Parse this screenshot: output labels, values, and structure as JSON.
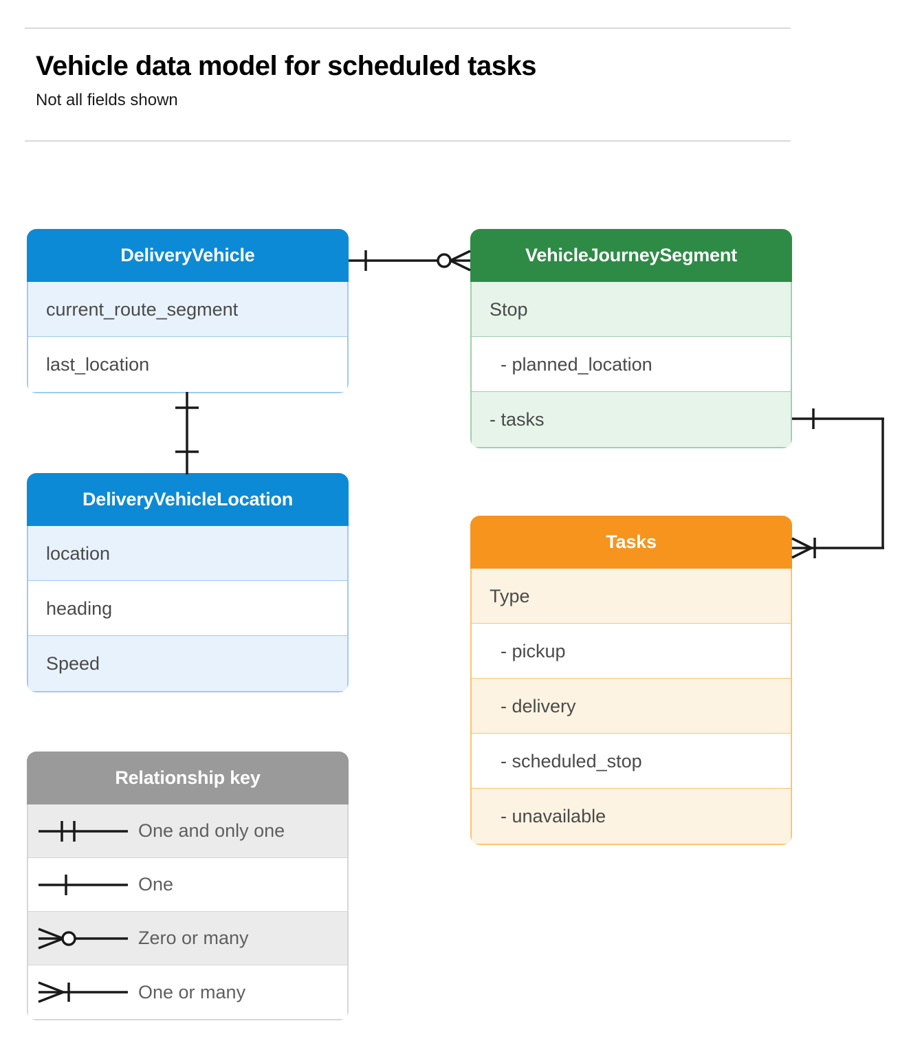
{
  "header": {
    "title": "Vehicle data model for scheduled tasks",
    "subtitle": "Not all fields shown"
  },
  "colors": {
    "blue": "#0d8ad6",
    "blue_row": "#e8f2fd",
    "blue_border": "#9ecbf0",
    "green": "#2e8b46",
    "green_row": "#e6f4ea",
    "green_border": "#9ed0ae",
    "orange": "#f7941e",
    "orange_row": "#fdf3e2",
    "orange_border": "#fcc46a",
    "gray": "#9a9a9a",
    "gray_row": "#ebebeb",
    "rule": "#d9d9d9",
    "connector": "#1a1a1a",
    "field_text": "#4a4a4a"
  },
  "entities": {
    "delivery_vehicle": {
      "title": "DeliveryVehicle",
      "fields": [
        {
          "label": "current_route_segment"
        },
        {
          "label": "last_location"
        }
      ]
    },
    "delivery_vehicle_location": {
      "title": "DeliveryVehicleLocation",
      "fields": [
        {
          "label": "location"
        },
        {
          "label": "heading"
        },
        {
          "label": "Speed"
        }
      ]
    },
    "vehicle_journey_segment": {
      "title": "VehicleJourneySegment",
      "fields": [
        {
          "label": "Stop"
        },
        {
          "label": "-  planned_location"
        },
        {
          "label": "- tasks"
        }
      ]
    },
    "tasks": {
      "title": "Tasks",
      "fields": [
        {
          "label": "Type"
        },
        {
          "label": "-  pickup"
        },
        {
          "label": "-  delivery"
        },
        {
          "label": "-  scheduled_stop"
        },
        {
          "label": "-  unavailable"
        }
      ]
    }
  },
  "legend": {
    "title": "Relationship key",
    "items": [
      {
        "symbol": "one-and-only-one-symbol",
        "label": "One and only one"
      },
      {
        "symbol": "one-symbol",
        "label": "One"
      },
      {
        "symbol": "zero-or-many-symbol",
        "label": "Zero or many"
      },
      {
        "symbol": "one-or-many-symbol",
        "label": "One or many"
      }
    ]
  },
  "relationships": [
    {
      "name": "delivery-vehicle-to-journey-segment",
      "from": "DeliveryVehicle",
      "to": "VehicleJourneySegment",
      "from_cardinality": "One",
      "to_cardinality": "Zero or many"
    },
    {
      "name": "delivery-vehicle-to-vehicle-location",
      "from": "DeliveryVehicle",
      "to": "DeliveryVehicleLocation",
      "from_cardinality": "One",
      "to_cardinality": "One"
    },
    {
      "name": "journey-segment-tasks-to-tasks",
      "from": "VehicleJourneySegment.tasks",
      "to": "Tasks",
      "from_cardinality": "One",
      "to_cardinality": "One or many"
    }
  ]
}
